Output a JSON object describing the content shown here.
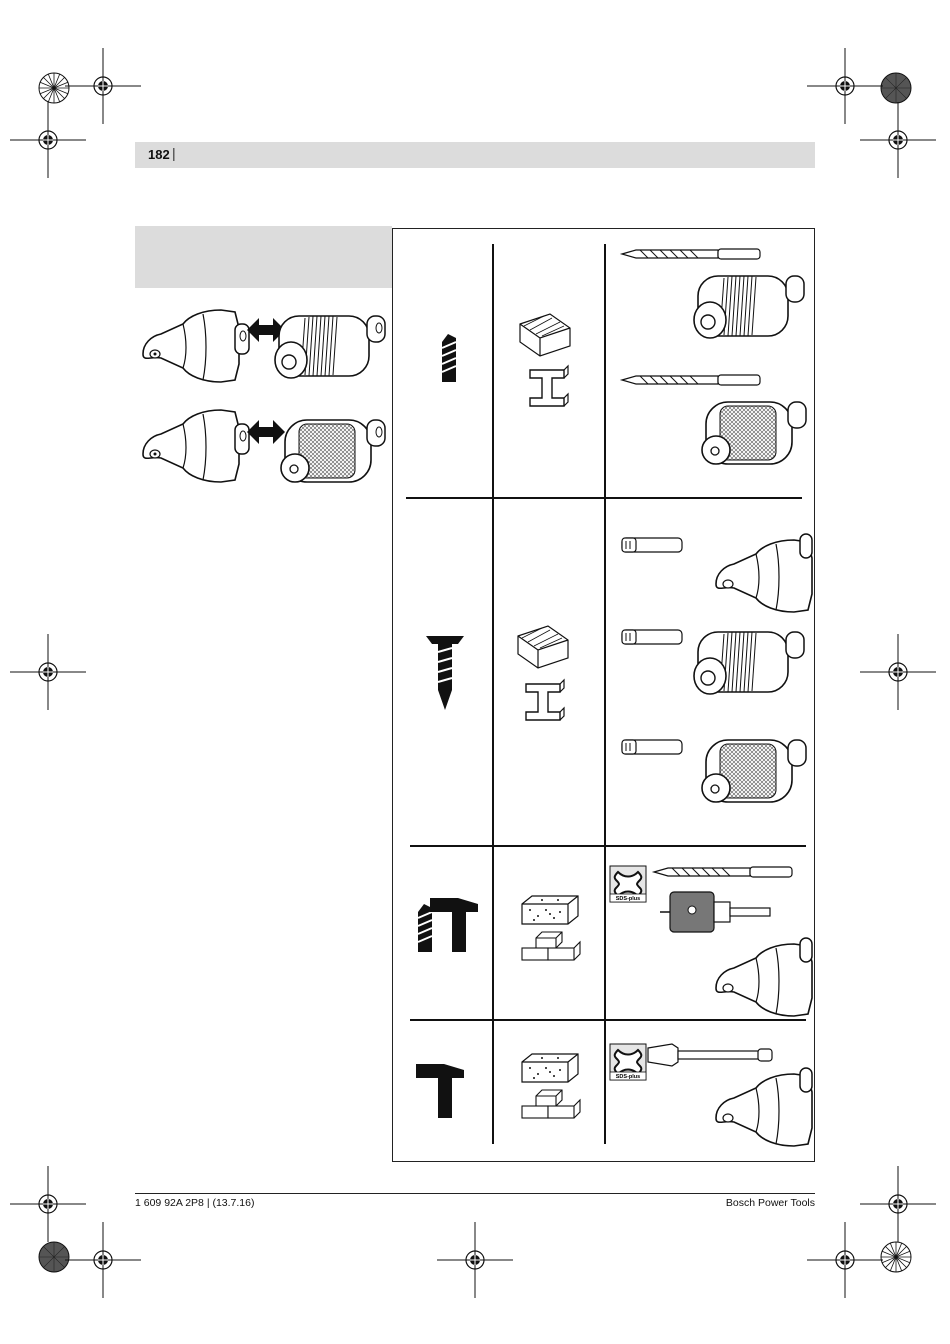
{
  "header": {
    "page_number": "182",
    "separator": "|"
  },
  "footer": {
    "doc_ref": "1 609 92A 2P8 | (13.7.16)",
    "brand": "Bosch Power Tools"
  },
  "badges": {
    "sds_label": "SDS-plus"
  }
}
